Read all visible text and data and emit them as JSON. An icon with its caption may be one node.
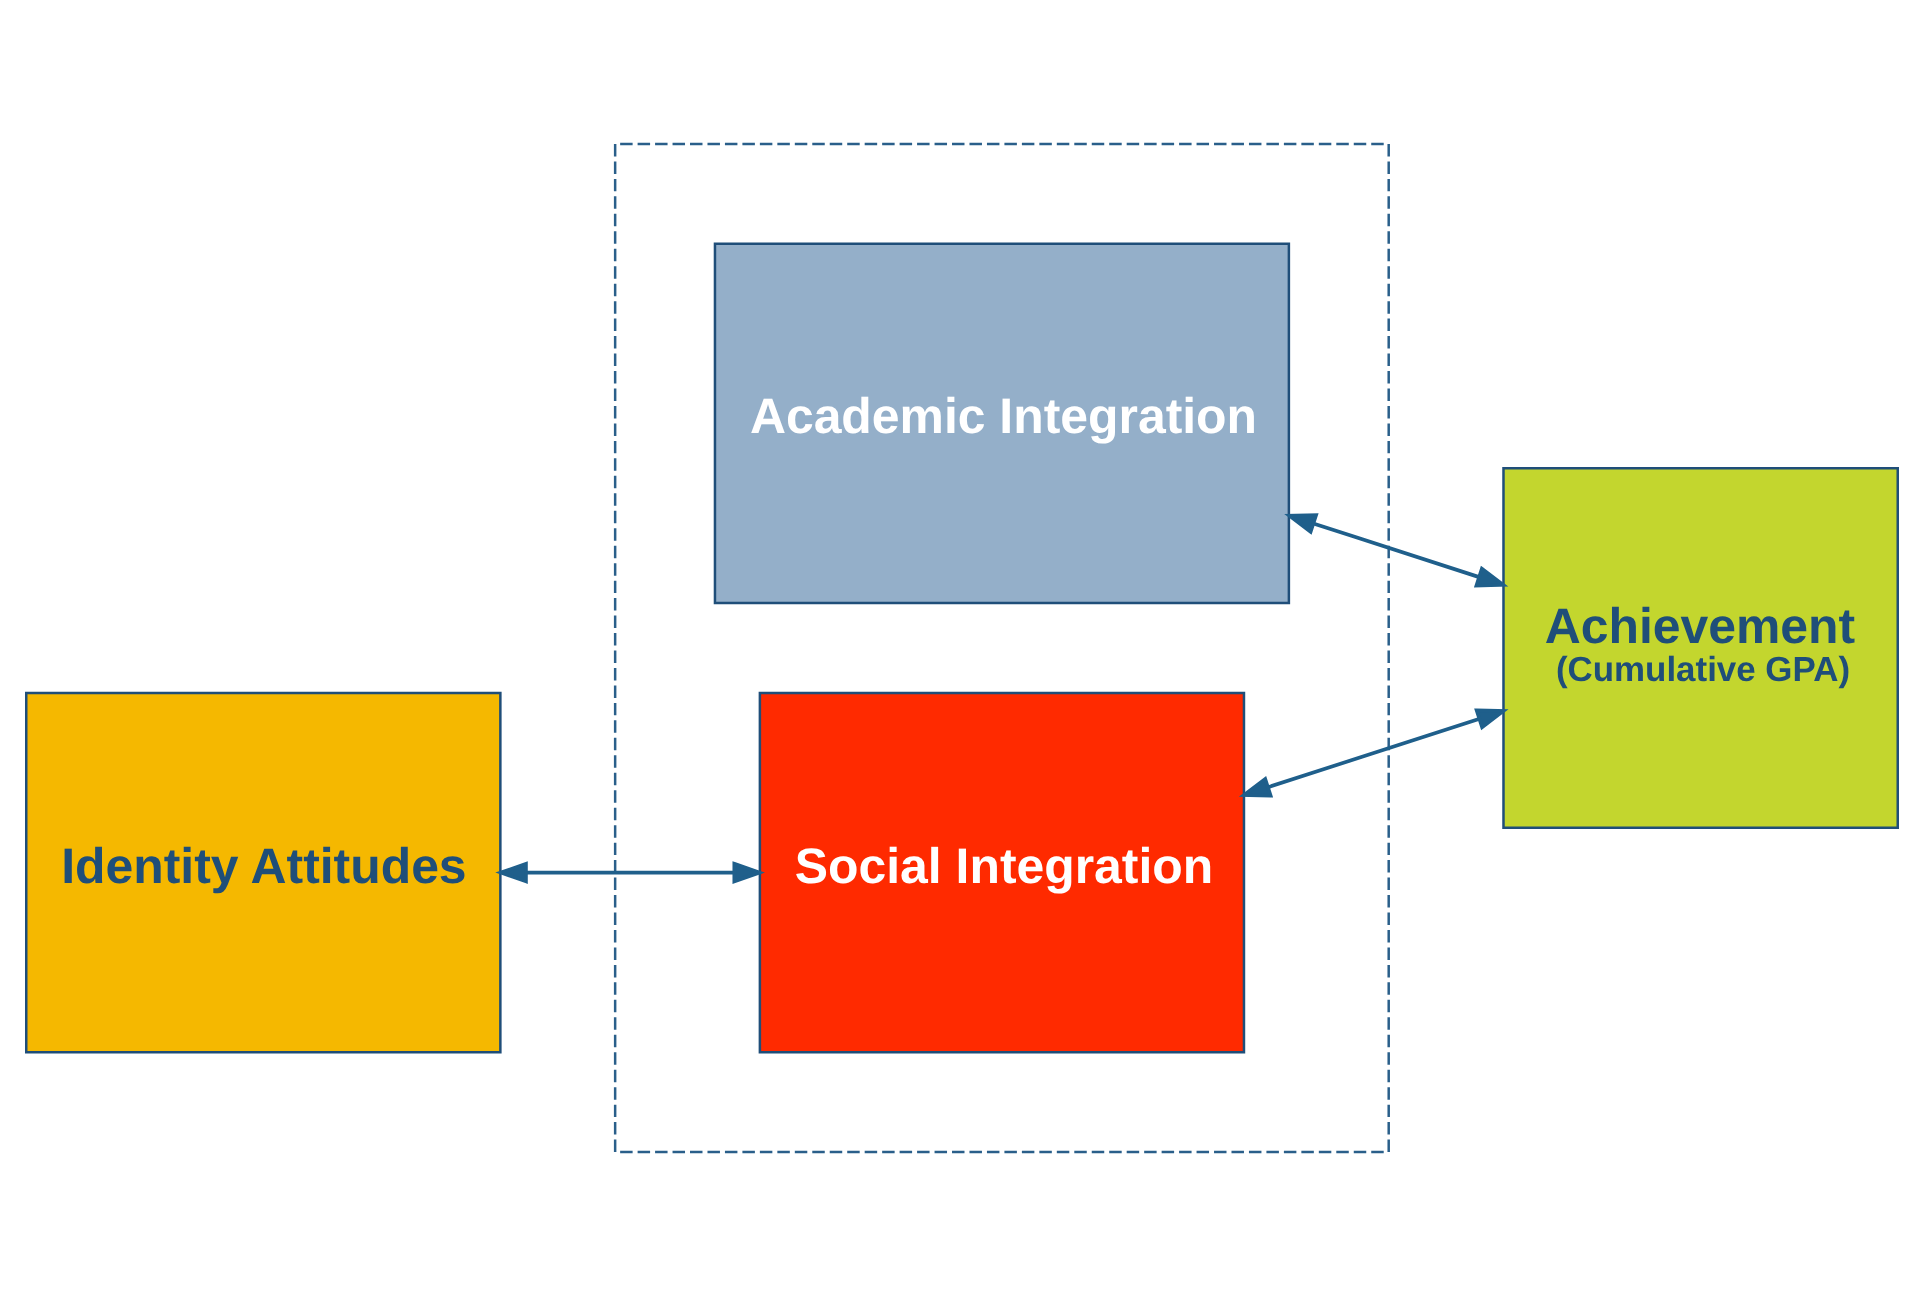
{
  "diagram": {
    "nodes": [
      {
        "text": [
          "Identity Attitudes"
        ]
      },
      {
        "text": [],
        "shape": "box"
      },
      {
        "text": [
          "Academic Integration"
        ],
        "in": 1
      },
      {
        "text": [
          "Social Integration"
        ],
        "in": 1
      },
      {
        "text": [
          "Achievement",
          "(Cumulative GPA)"
        ]
      }
    ],
    "edges": [
      {
        "from": 0,
        "to": 3,
        "arrow": "both"
      },
      {
        "from": 2,
        "to": 4,
        "arrow": "both"
      },
      {
        "from": 3,
        "to": 4,
        "arrow": "both"
      }
    ]
  }
}
